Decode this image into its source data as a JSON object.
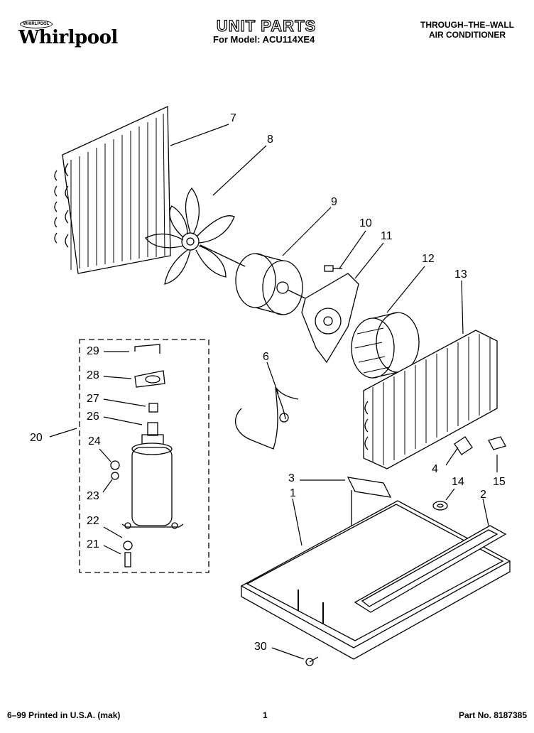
{
  "header": {
    "brand_badge": "WHIRLPOOL",
    "brand": "Whirlpool",
    "title": "UNIT PARTS",
    "model_line": "For Model: ACU114XE4",
    "product_line1": "THROUGH–THE–WALL",
    "product_line2": "AIR CONDITIONER"
  },
  "callouts": [
    "7",
    "8",
    "9",
    "10",
    "11",
    "12",
    "13",
    "6",
    "29",
    "28",
    "27",
    "26",
    "20",
    "24",
    "23",
    "22",
    "21",
    "3",
    "4",
    "14",
    "15",
    "1",
    "2",
    "30"
  ],
  "footer": {
    "left": "6–99 Printed in U.S.A. (mak)",
    "center": "1",
    "right": "Part No. 8187385"
  }
}
